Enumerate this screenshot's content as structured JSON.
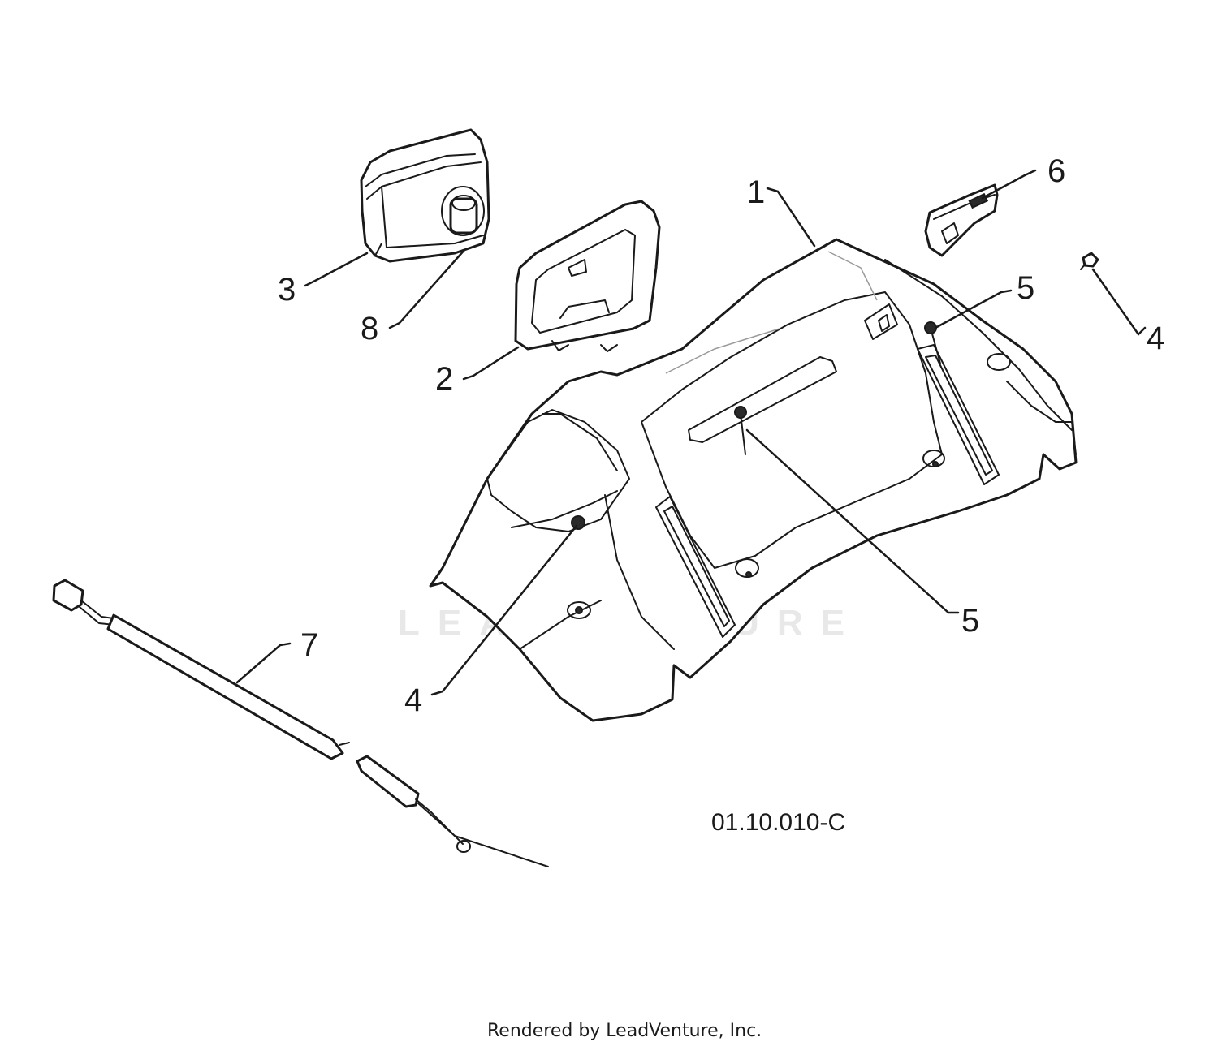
{
  "diagram": {
    "callouts": [
      "1",
      "2",
      "3",
      "4",
      "4",
      "5",
      "5",
      "6",
      "7",
      "8"
    ],
    "reference_code": "01.10.010-C",
    "watermark": "LEADVENTURE",
    "footer": "Rendered by LeadVenture, Inc."
  }
}
